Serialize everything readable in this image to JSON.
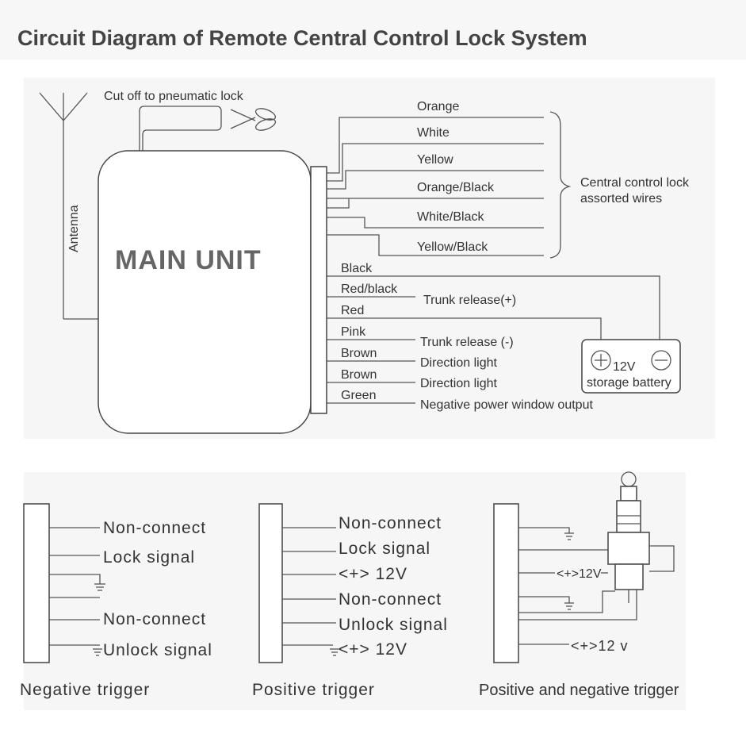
{
  "title": "Circuit Diagram of Remote Central Control Lock System",
  "main_unit": "MAIN UNIT",
  "antenna": "Antenna",
  "cut_off": "Cut off to pneumatic lock",
  "wires_group": [
    "Orange",
    "White",
    "Yellow",
    "Orange/Black",
    "White/Black",
    "Yellow/Black"
  ],
  "central_lock_label": [
    "Central control lock",
    "assorted wires"
  ],
  "wires_lower": [
    "Black",
    "Red/black",
    "Red",
    "Pink",
    "Brown",
    "Brown",
    "Green"
  ],
  "functions": {
    "trunk_plus": "Trunk release(+)",
    "trunk_minus": "Trunk release (-)",
    "direction1": "Direction light",
    "direction2": "Direction light",
    "window": "Negative power window output"
  },
  "battery": {
    "voltage": "12V",
    "label": "storage battery"
  },
  "negative_trigger": {
    "caption": "Negative trigger",
    "labels": [
      "Non-connect",
      "Lock signal",
      "Non-connect",
      "Unlock signal"
    ]
  },
  "positive_trigger": {
    "caption": "Positive  trigger",
    "labels": [
      "Non-connect",
      "Lock signal",
      "<+> 12V",
      "Non-connect",
      "Unlock signal",
      "<+> 12V"
    ]
  },
  "pos_neg_trigger": {
    "caption": "Positive and negative trigger",
    "labels": [
      "<+>12V",
      "<+>12 v"
    ]
  }
}
